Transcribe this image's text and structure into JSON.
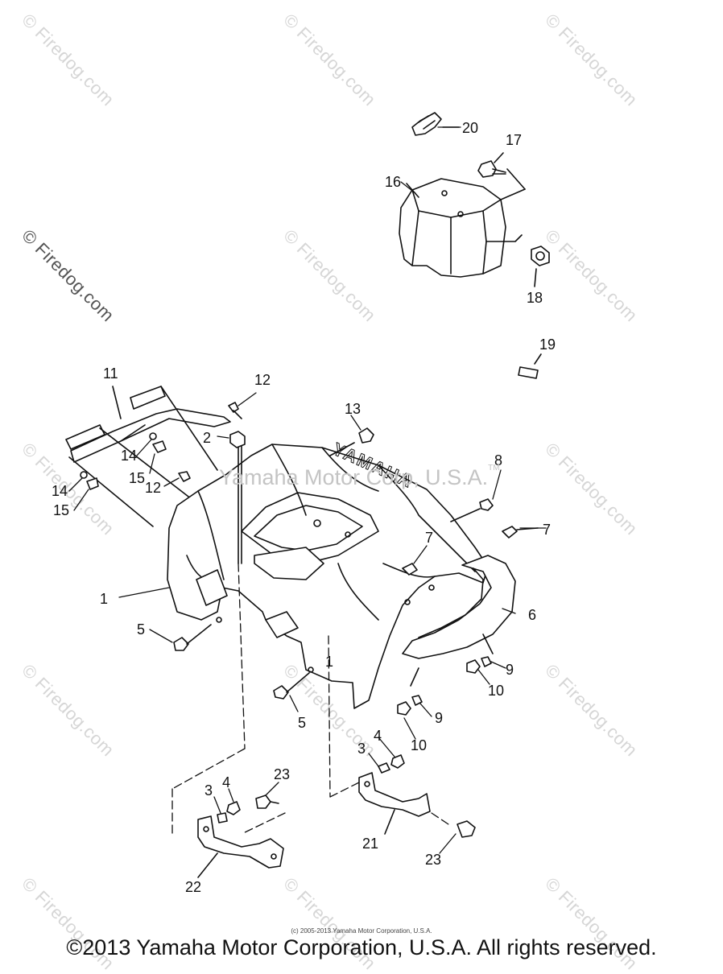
{
  "watermark": {
    "text": "© Firedog.com",
    "center_text": "Yamaha Motor Corp, U.S.A.",
    "center_tm": "TM"
  },
  "callouts": [
    "1",
    "1",
    "2",
    "3",
    "3",
    "4",
    "4",
    "5",
    "5",
    "6",
    "7",
    "7",
    "8",
    "9",
    "9",
    "10",
    "10",
    "11",
    "12",
    "12",
    "13",
    "14",
    "14",
    "15",
    "15",
    "16",
    "17",
    "18",
    "19",
    "20",
    "21",
    "22",
    "23",
    "23"
  ],
  "part_badge_text": "YAMAHA",
  "footer": {
    "small_copyright": "(c) 2005-2013 Yamaha Motor Corporation, U.S.A.",
    "copyright": "©2013 Yamaha Motor Corporation, U.S.A. All rights reserved."
  }
}
